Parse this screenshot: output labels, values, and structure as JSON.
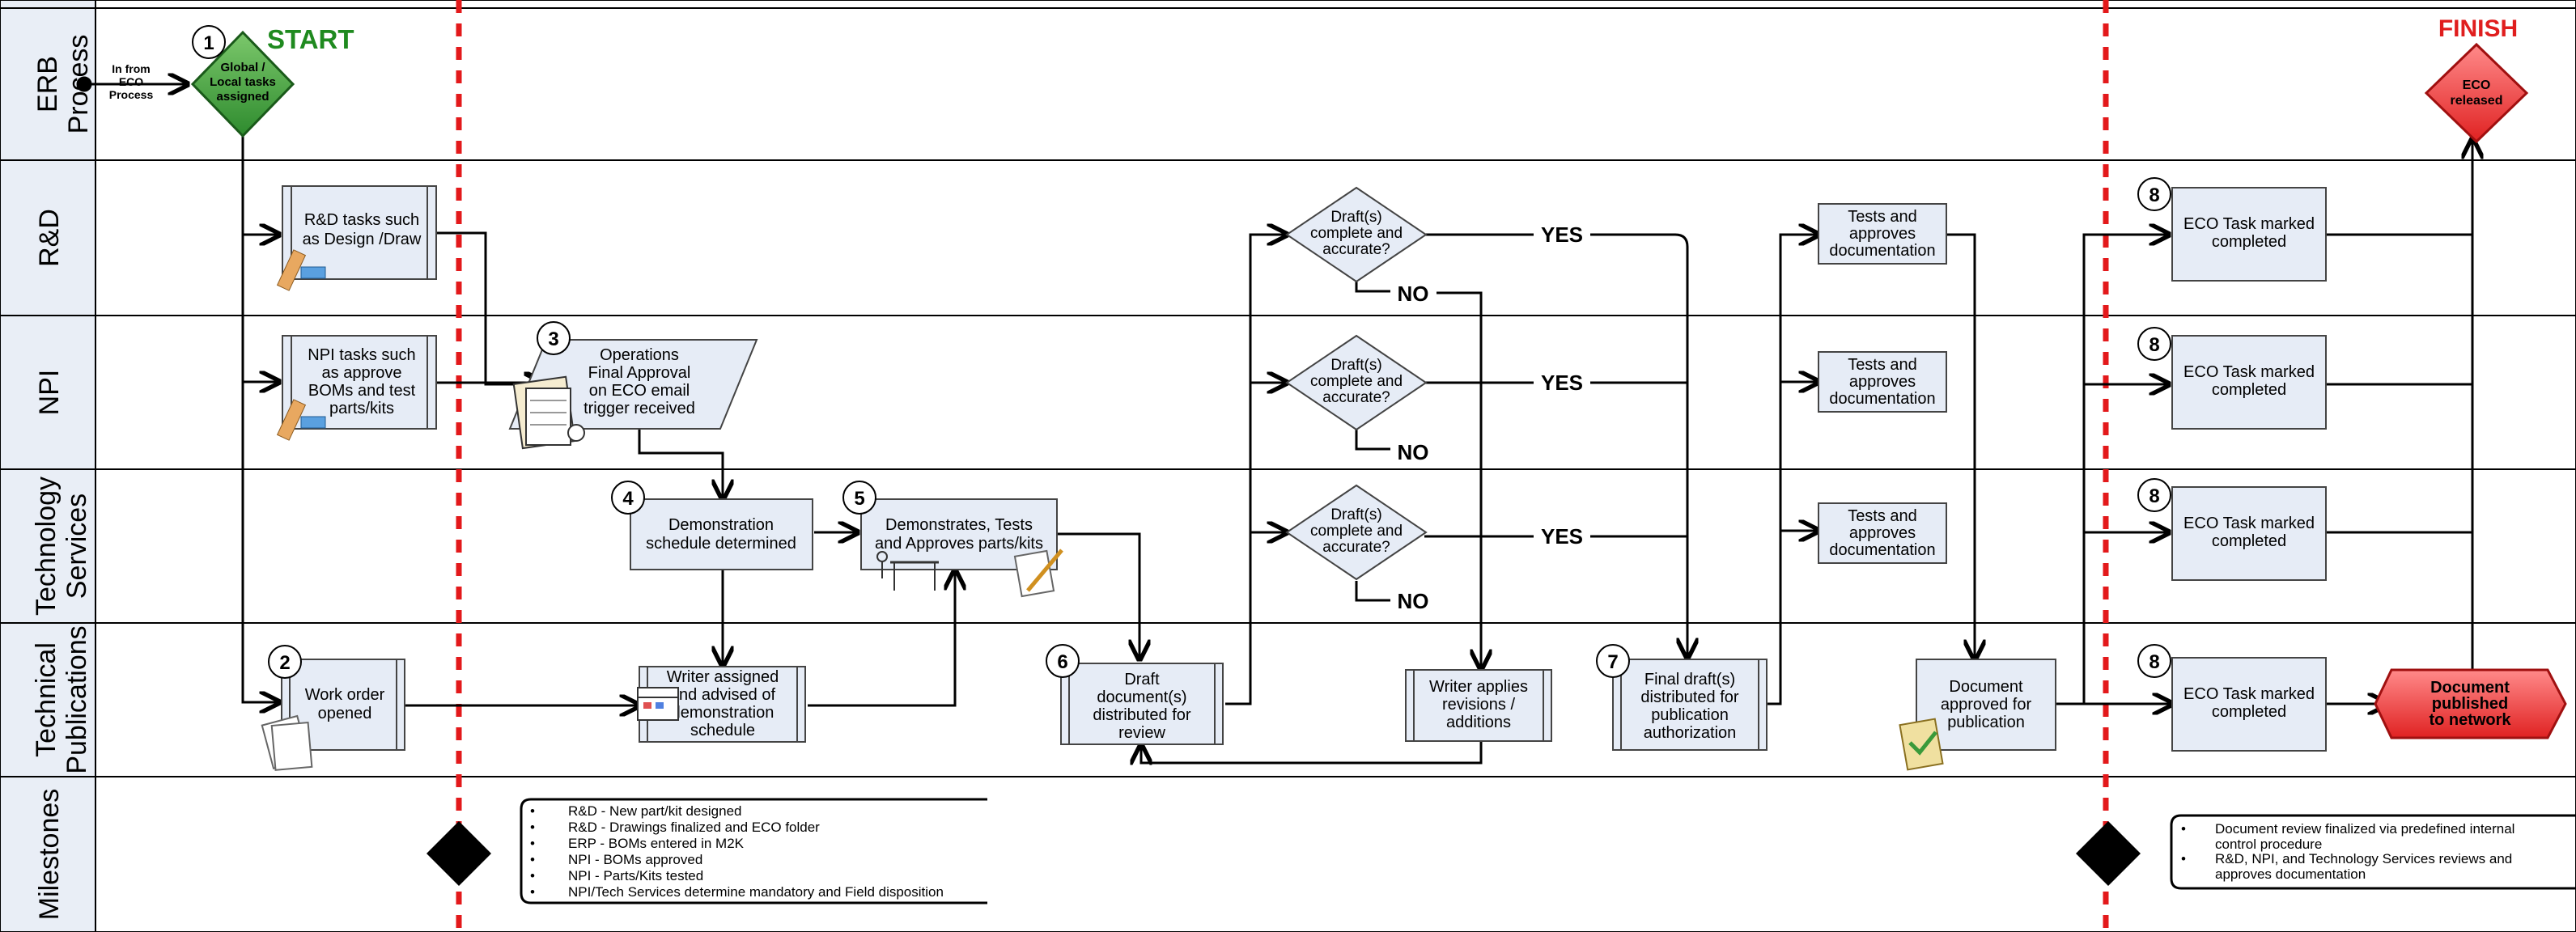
{
  "lanes": [
    "ERB Process",
    "R&D",
    "NPI",
    "Technology Services",
    "Technical Publications",
    "Milestones"
  ],
  "terminals": {
    "start": "START",
    "finish": "FINISH"
  },
  "input_label": "In from ECO Process",
  "decisions": {
    "d1": "Global / Local tasks assigned",
    "eco_released": "ECO released",
    "draft_q": "Draft(s) complete and accurate?",
    "published": "Document published to network"
  },
  "steps": {
    "rd_tasks": "R&D tasks such as Design /Draw",
    "npi_tasks": "NPI tasks such as approve BOMs and test parts/kits",
    "ops_approval": "Operations Final Approval on ECO email trigger received",
    "demo_sched": "Demonstration schedule determined",
    "demonstrates": "Demonstrates, Tests and Approves parts/kits",
    "work_order": "Work order opened",
    "writer_assigned": "Writer assigned and advised of demonstration schedule",
    "draft_dist": "Draft document(s) distributed for review",
    "writer_applies": "Writer applies revisions / additions",
    "final_draft": "Final draft(s) distributed for publication authorization",
    "tests_approves": "Tests and approves documentation",
    "doc_approved": "Document approved for publication",
    "eco_task": "ECO Task marked completed"
  },
  "yes": "YES",
  "no": "NO",
  "badges": [
    "1",
    "2",
    "3",
    "4",
    "5",
    "6",
    "7",
    "8"
  ],
  "milestones": {
    "left": [
      "R&D - New part/kit designed",
      "R&D - Drawings finalized and ECO folder",
      "ERP - BOMs entered in M2K",
      "NPI - BOMs approved",
      "NPI - Parts/Kits tested",
      "NPI/Tech Services determine mandatory and Field disposition"
    ],
    "right": [
      "Document review finalized via predefined internal control procedure",
      "R&D, NPI, and Technology Services reviews and approves documentation"
    ]
  },
  "colors": {
    "box_fill": "#e6ecf6",
    "start_green": "#3a9a3a",
    "finish_red": "#e53030",
    "divider_red": "#e3191b"
  }
}
